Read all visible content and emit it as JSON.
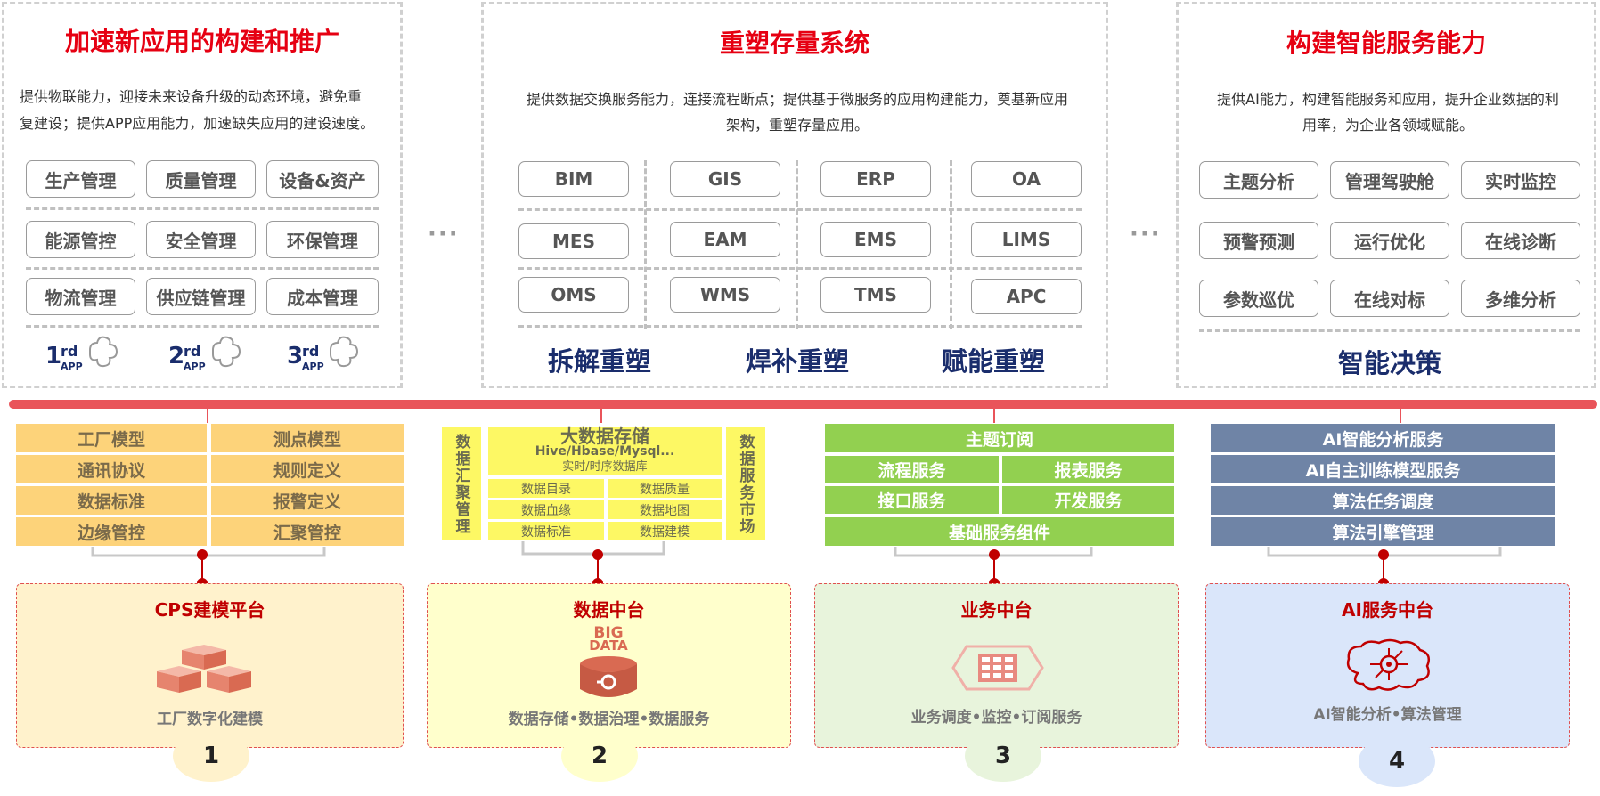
{
  "panels": {
    "left": {
      "title": "加速新应用的构建和推广",
      "desc_line1": "提供物联能力，迎接未来设备升级的动态环境，避免重",
      "desc_line2": "复建设；提供APP应用能力，加速缺失应用的建设速度。",
      "chips": [
        "生产管理",
        "质量管理",
        "设备&资产",
        "能源管控",
        "安全管理",
        "环保管理",
        "物流管理",
        "供应链管理",
        "成本管理"
      ],
      "apps": [
        {
          "num": "1",
          "sup": "rd",
          "sub": "APP"
        },
        {
          "num": "2",
          "sup": "rd",
          "sub": "APP"
        },
        {
          "num": "3",
          "sup": "rd",
          "sub": "APP"
        }
      ]
    },
    "center": {
      "title": "重塑存量系统",
      "desc_line1": "提供数据交换服务能力，连接流程断点；提供基于微服务的应用构建能力，奠基新应用",
      "desc_line2": "架构，重塑存量应用。",
      "chips": [
        "BIM",
        "GIS",
        "ERP",
        "OA",
        "MES",
        "EAM",
        "EMS",
        "LIMS",
        "OMS",
        "WMS",
        "TMS",
        "APC"
      ],
      "reshape": [
        "拆解重塑",
        "焊补重塑",
        "赋能重塑"
      ]
    },
    "right": {
      "title": "构建智能服务能力",
      "desc_line1": "提供AI能力，构建智能服务和应用，提升企业数据的利",
      "desc_line2": "用率，为企业各领域赋能。",
      "chips": [
        "主题分析",
        "管理驾驶舱",
        "实时监控",
        "预警预测",
        "运行优化",
        "在线诊断",
        "参数巡优",
        "在线对标",
        "多维分析"
      ],
      "footer": "智能决策"
    },
    "ellipsis": "···"
  },
  "modules": {
    "cps": {
      "cells": [
        "工厂模型",
        "测点模型",
        "通讯协议",
        "规则定义",
        "数据标准",
        "报警定义",
        "边缘管控",
        "汇聚管控"
      ]
    },
    "data": {
      "left_vertical": "数据汇聚管理",
      "right_vertical": "数据服务市场",
      "header_title": "大数据存储",
      "header_sub1": "Hive/Hbase/Mysql...",
      "header_sub2": "实时/时序数据库",
      "cells": [
        "数据目录",
        "数据质量",
        "数据血缘",
        "数据地图",
        "数据标准",
        "数据建模"
      ]
    },
    "biz": {
      "top": "主题订阅",
      "cells": [
        "流程服务",
        "报表服务",
        "接口服务",
        "开发服务"
      ],
      "bottom": "基础服务组件"
    },
    "ai": {
      "cells": [
        "AI智能分析服务",
        "AI自主训练模型服务",
        "算法任务调度",
        "算法引擎管理"
      ]
    }
  },
  "bottom": [
    {
      "title": "CPS建模平台",
      "subtitle": "工厂数字化建模",
      "badge": "1",
      "bg": "#fff2cc",
      "badge_bg": "#fff2cc"
    },
    {
      "title": "数据中台",
      "subtitle": "数据存储•数据治理•数据服务",
      "badge": "2",
      "bg": "#ffffcc",
      "badge_bg": "#ffffcc",
      "logo_text_1": "BIG",
      "logo_text_2": "DATA"
    },
    {
      "title": "业务中台",
      "subtitle": "业务调度•监控•订阅服务",
      "badge": "3",
      "bg": "#e8f4dc",
      "badge_bg": "#e8f4dc"
    },
    {
      "title": "AI服务中台",
      "subtitle": "AI智能分析•算法管理",
      "badge": "4",
      "bg": "#dae6fa",
      "badge_bg": "#dae6fa"
    }
  ],
  "colors": {
    "title_red": "#e60012",
    "navy": "#1a2d6c",
    "bar_red": "#e9545a",
    "orange": "#fdd37a",
    "yellow": "#fdf864",
    "green": "#92d050",
    "slate": "#6f84a6",
    "dark_red": "#c00000"
  }
}
